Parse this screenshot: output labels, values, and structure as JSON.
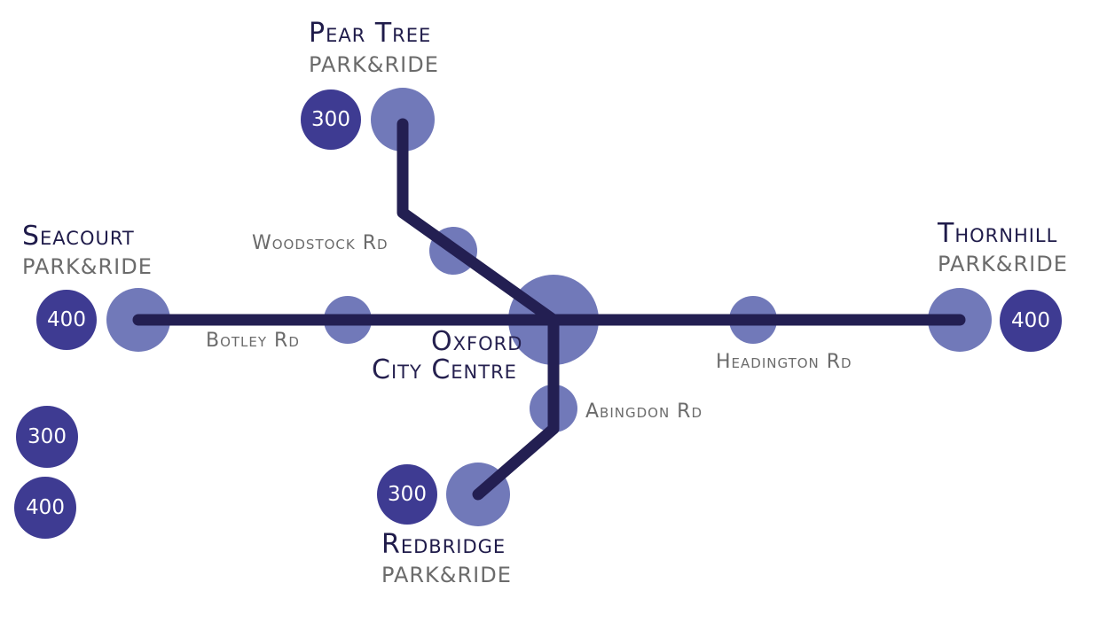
{
  "colors": {
    "line": "#231f52",
    "stop": "#7179b9",
    "badge": "#3e3b92",
    "name_text": "#1f1b4a",
    "secondary_text": "#6b6b6b"
  },
  "terminals": [
    {
      "id": "pear-tree",
      "name": "Pear Tree",
      "sub": "PARK&RIDE",
      "route": "300"
    },
    {
      "id": "seacourt",
      "name": "Seacourt",
      "sub": "PARK&RIDE",
      "route": "400"
    },
    {
      "id": "thornhill",
      "name": "Thornhill",
      "sub": "PARK&RIDE",
      "route": "400"
    },
    {
      "id": "redbridge",
      "name": "Redbridge",
      "sub": "PARK&RIDE",
      "route": "300"
    }
  ],
  "stops": [
    {
      "id": "woodstock",
      "name": "Woodstock Rd"
    },
    {
      "id": "botley",
      "name": "Botley Rd"
    },
    {
      "id": "headington",
      "name": "Headington Rd"
    },
    {
      "id": "abingdon",
      "name": "Abingdon Rd"
    }
  ],
  "centre": {
    "line1": "Oxford",
    "line2": "City Centre"
  },
  "legend": [
    {
      "route": "300"
    },
    {
      "route": "400"
    }
  ]
}
